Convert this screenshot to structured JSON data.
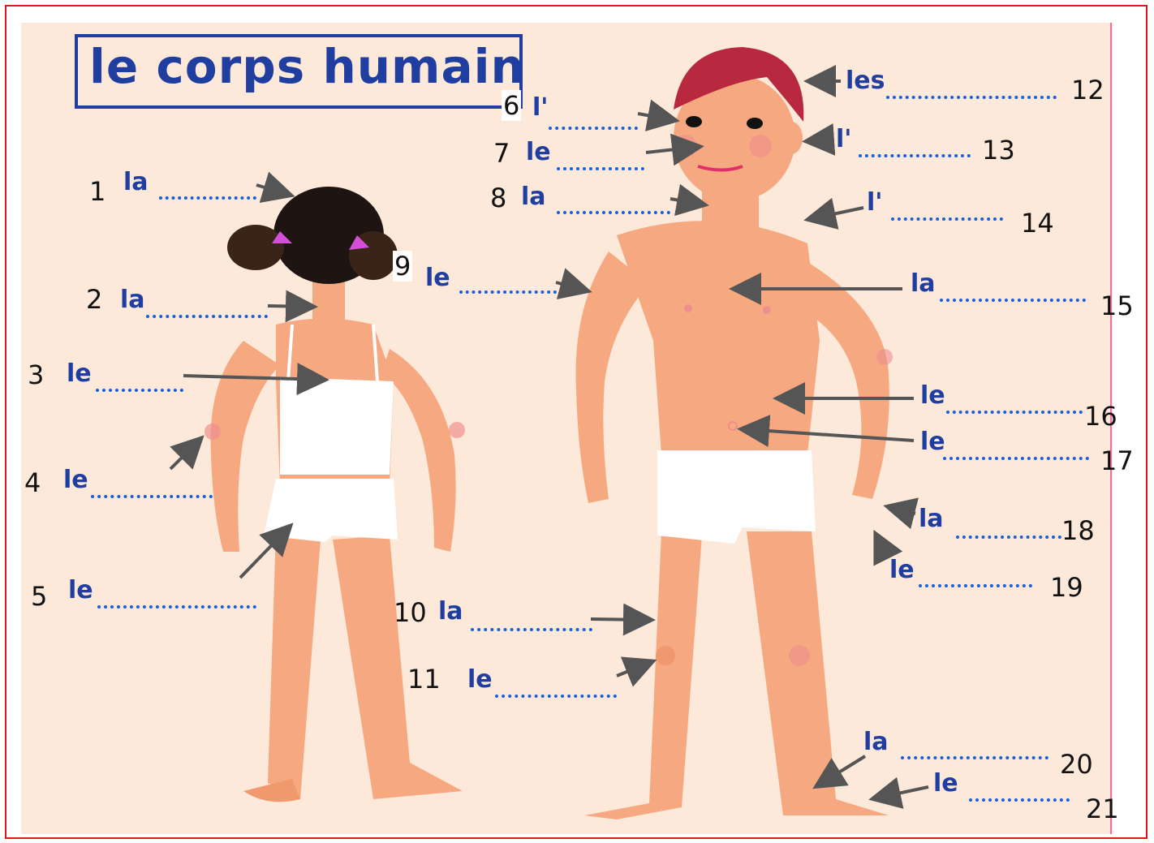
{
  "title": "le corps humain",
  "colors": {
    "frame": "#e0151b",
    "title": "#1f3ea0",
    "article": "#1f3ea0",
    "dots": "#1b5fd8",
    "skin": "#f6a981",
    "hair_girl": "#1e1512",
    "hair_boy": "#b8283f"
  },
  "labels": [
    {
      "number": "1",
      "article": "la"
    },
    {
      "number": "2",
      "article": "la"
    },
    {
      "number": "3",
      "article": "le"
    },
    {
      "number": "4",
      "article": "le"
    },
    {
      "number": "5",
      "article": "le"
    },
    {
      "number": "6",
      "article": "l'"
    },
    {
      "number": "7",
      "article": "le"
    },
    {
      "number": "8",
      "article": "la"
    },
    {
      "number": "9",
      "article": "le"
    },
    {
      "number": "10",
      "article": "la"
    },
    {
      "number": "11",
      "article": "le"
    },
    {
      "number": "12",
      "article": "les"
    },
    {
      "number": "13",
      "article": "l'"
    },
    {
      "number": "14",
      "article": "l'"
    },
    {
      "number": "15",
      "article": "la"
    },
    {
      "number": "16",
      "article": "le"
    },
    {
      "number": "17",
      "article": "le"
    },
    {
      "number": "18",
      "article": "la"
    },
    {
      "number": "19",
      "article": "le"
    },
    {
      "number": "20",
      "article": "la"
    },
    {
      "number": "21",
      "article": "le"
    }
  ]
}
